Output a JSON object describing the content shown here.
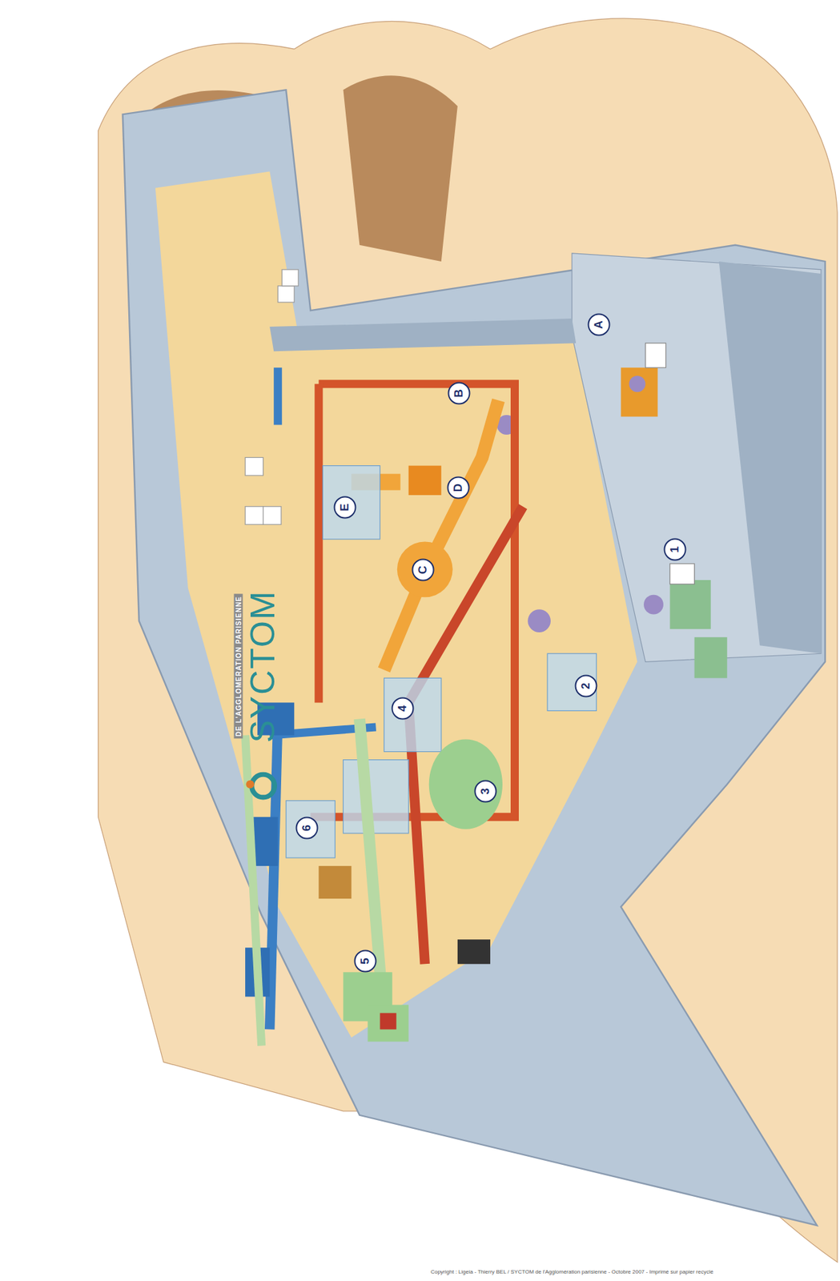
{
  "diagram": {
    "nodes": [
      {
        "text": [
          "A"
        ]
      },
      {
        "text": [
          "B"
        ]
      },
      {
        "text": [
          "C"
        ]
      },
      {
        "text": [
          "D"
        ]
      },
      {
        "text": [
          "E"
        ]
      },
      {
        "text": [
          "1"
        ]
      },
      {
        "text": [
          "2"
        ]
      },
      {
        "text": [
          "3"
        ]
      },
      {
        "text": [
          "4"
        ]
      },
      {
        "text": [
          "5"
        ]
      },
      {
        "text": [
          "6"
        ]
      }
    ],
    "labels": [
      "SYCTOM",
      "DE L'AGGLOMERATION PARISIENNE",
      "Copyright : Ligeia - Thierry BEL / SYCTOM de l'Agglomération parisienne - Octobre 2007 - Imprimé sur papier recyclé"
    ]
  }
}
